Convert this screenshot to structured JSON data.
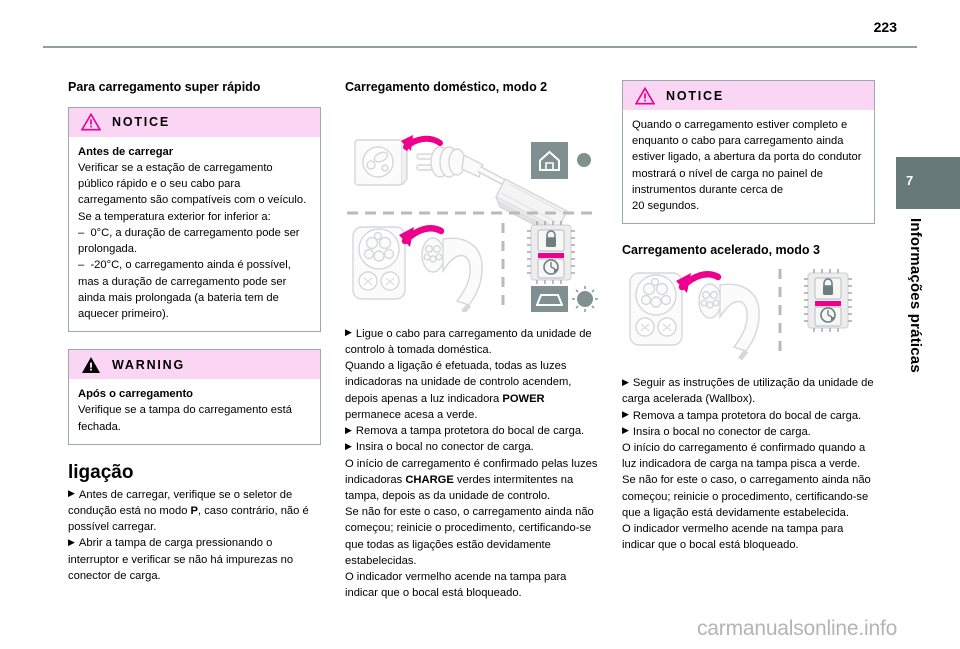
{
  "page": {
    "number": "223",
    "chapter_number": "7",
    "chapter_title": "Informações práticas",
    "watermark": "carmanualsonline.info",
    "accent_pink": "#fbd5f4",
    "accent_magenta": "#ec008c",
    "rule_color": "#8e9fa2",
    "tab_color": "#68797a"
  },
  "column1": {
    "title": "Para carregamento super rápido",
    "notice": {
      "label": "NOTICE",
      "icon": "warning-triangle-outline-icon",
      "heading": "Antes de carregar",
      "body": "Verificar se a estação de carregamento público rápido e o seu cabo para carregamento são compatíveis com o veículo. Se a temperatura exterior for inferior a:\n– 0°C, a duração de carregamento pode ser prolongada.\n– -20°C, o carregamento ainda é possível, mas a duração de carregamento pode ser ainda mais prolongada (a bateria tem de aquecer primeiro)."
    },
    "warning": {
      "label": "WARNING",
      "icon": "warning-triangle-solid-icon",
      "heading": "Após o carregamento",
      "body": "Verifique se a tampa do carregamento está fechada."
    },
    "heading": "ligação",
    "steps": [
      "Antes de carregar, verifique se o seletor de condução está no modo P, caso contrário, não é possível carregar.",
      "Abrir a tampa de carga pressionando o interruptor e verificar se não há impurezas no conector de carga."
    ]
  },
  "column2": {
    "title": "Carregamento doméstico, modo 2",
    "illustration_name": "mode-2-domestic-socket-and-control-unit-diagram",
    "illustration_icons": [
      "house-icon",
      "indicator-dot-icon",
      "lock-icon",
      "clock-icon",
      "car-icon",
      "charging-indicator-icon"
    ],
    "steps_1": "Ligue o cabo para carregamento da unidade de controlo à tomada doméstica.",
    "para_1": "Quando a ligação é efetuada, todas as luzes indicadoras na unidade de controlo acendem, depois apenas a luz indicadora POWER permanece acesa a verde.",
    "para_1_bold": "POWER",
    "steps_2": "Remova a tampa protetora do bocal de carga.",
    "steps_3": "Insira o bocal no conector de carga.",
    "para_2_a": "O início de carregamento é confirmado pelas luzes indicadoras ",
    "para_2_bold": "CHARGE",
    "para_2_b": " verdes intermitentes na tampa, depois as da unidade de controlo.",
    "para_3": "Se não for este o caso, o carregamento ainda não começou; reinicie o procedimento, certificando-se que todas as ligações estão devidamente estabelecidas.",
    "para_4": "O indicador vermelho acende na tampa para indicar que o bocal está bloqueado."
  },
  "column3": {
    "notice": {
      "label": "NOTICE",
      "icon": "warning-triangle-outline-icon",
      "body": "Quando o carregamento estiver completo e enquanto o cabo para carregamento ainda estiver ligado, a abertura da porta do condutor mostrará o nível de carga no painel de instrumentos durante cerca de 20 segundos."
    },
    "title": "Carregamento acelerado, modo 3",
    "illustration_name": "mode-3-accelerated-charging-connector-diagram",
    "illustration_icons": [
      "lock-icon",
      "clock-icon"
    ],
    "steps_1": "Seguir as instruções de utilização da unidade de carga acelerada (Wallbox).",
    "steps_2": "Remova a tampa protetora do bocal de carga.",
    "steps_3": "Insira o bocal no conector de carga.",
    "para_1": "O início do carregamento é confirmado quando a luz indicadora de carga na tampa pisca a verde.",
    "para_2": "Se não for este o caso, o carregamento ainda não começou; reinicie o procedimento, certificando-se que a ligação está devidamente estabelecida.",
    "para_3": "O indicador vermelho acende na tampa para indicar que o bocal está bloqueado."
  }
}
